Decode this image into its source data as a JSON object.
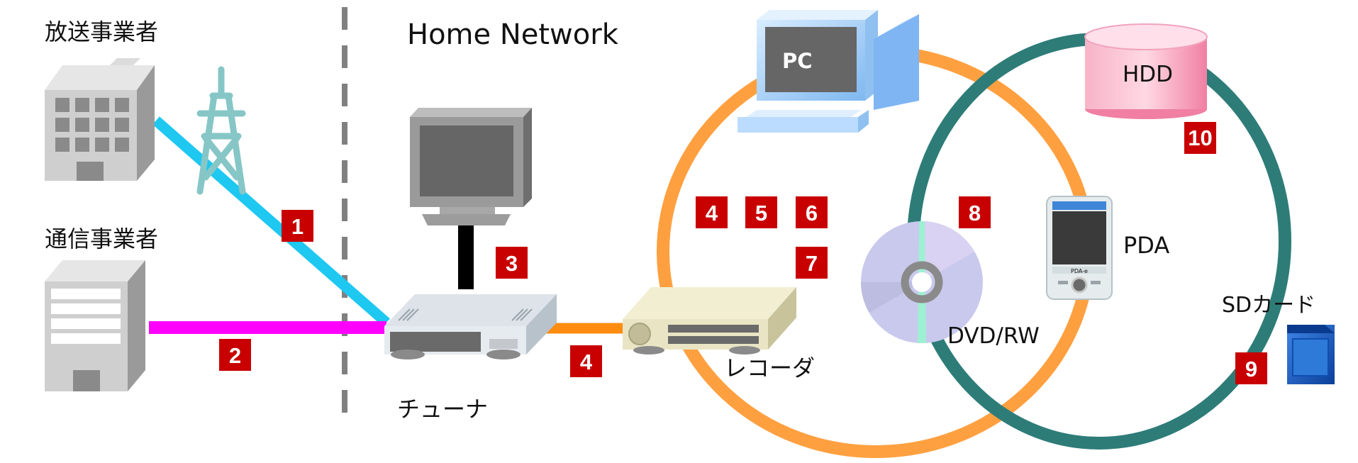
{
  "labels": {
    "broadcaster": "放送事業者",
    "telecom": "通信事業者",
    "home_network": "Home Network",
    "tuner": "チューナ",
    "recorder": "レコーダ",
    "pc": "PC",
    "hdd": "HDD",
    "pda": "PDA",
    "dvd": "DVD/RW",
    "sd_card": "SDカード",
    "pda_screen_text": "PDA-e"
  },
  "markers": [
    "1",
    "2",
    "3",
    "4",
    "4",
    "5",
    "6",
    "7",
    "8",
    "9",
    "10"
  ],
  "colors": {
    "broadcast_line": "#1ec8f0",
    "telecom_line": "#ff00ff",
    "tuner_to_recorder": "#ff8c10",
    "orange_ring": "#ffa040",
    "teal_ring": "#2e7c78",
    "marker_fill": "#c80000",
    "divider": "#808080"
  }
}
